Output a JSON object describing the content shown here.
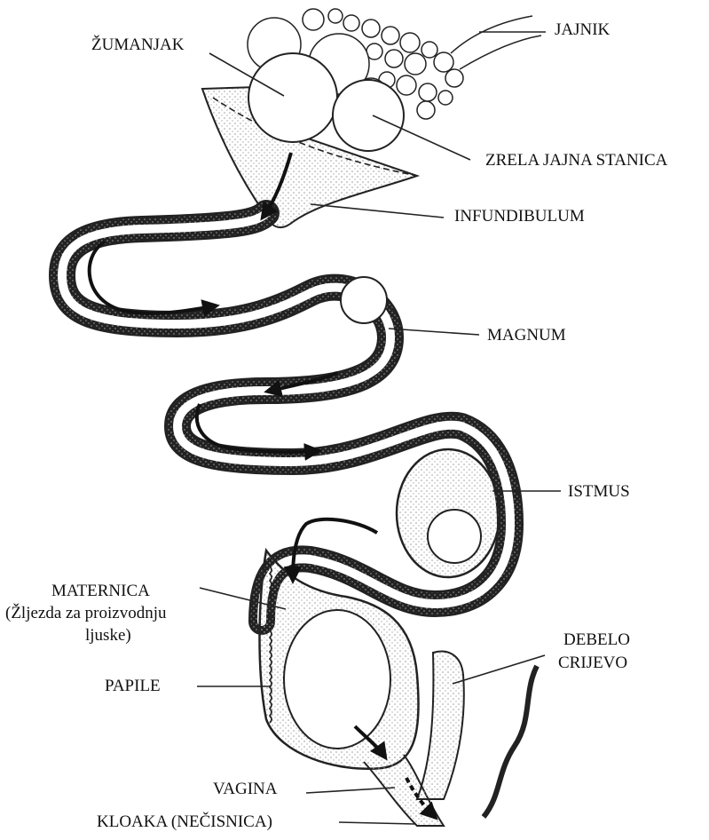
{
  "labels": {
    "jajnik": "JAJNIK",
    "zumanjak": "ŽUMANJAK",
    "zrela_jajna_stanica": "ZRELA JAJNA STANICA",
    "infundibulum": "INFUNDIBULUM",
    "magnum": "MAGNUM",
    "istmus": "ISTMUS",
    "maternica_line1": "MATERNICA",
    "maternica_line2": "(Žljezda za proizvodnju",
    "maternica_line3": "ljuske)",
    "debelo_line1": "DEBELO",
    "debelo_line2": "CRIJEVO",
    "papile": "PAPILE",
    "vagina": "VAGINA",
    "kloaka": "KLOAKA (NEČISNICA)"
  },
  "colors": {
    "ink": "#111111",
    "stipple": "#b8b8b8",
    "background": "#ffffff"
  }
}
